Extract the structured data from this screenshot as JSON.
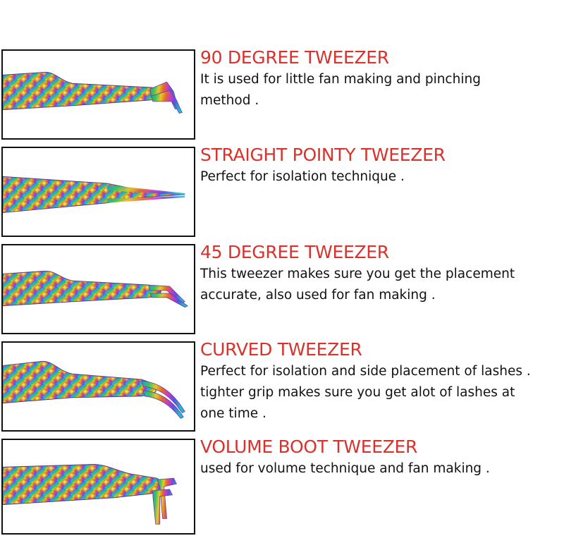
{
  "colors": {
    "title": "#d9312b",
    "text": "#111111",
    "frame": "#111111"
  },
  "items": [
    {
      "icon": "tweezer-90-degree-icon",
      "title": "90 DEGREE TWEEZER",
      "lines": [
        "It is used for little fan making and pinching",
        "method ."
      ]
    },
    {
      "icon": "tweezer-straight-pointy-icon",
      "title": "STRAIGHT POINTY TWEEZER",
      "lines": [
        "Perfect for isolation technique ."
      ]
    },
    {
      "icon": "tweezer-45-degree-icon",
      "title": "45 DEGREE TWEEZER",
      "lines": [
        "This tweezer makes sure you get the placement",
        "accurate, also used for fan making ."
      ]
    },
    {
      "icon": "tweezer-curved-icon",
      "title": "CURVED TWEEZER",
      "lines": [
        "Perfect for isolation and side placement of lashes .",
        "tighter grip makes sure you get alot of lashes at",
        "one time ."
      ]
    },
    {
      "icon": "tweezer-volume-boot-icon",
      "title": "VOLUME BOOT TWEEZER",
      "lines": [
        "used for volume technique and fan making ."
      ]
    }
  ]
}
